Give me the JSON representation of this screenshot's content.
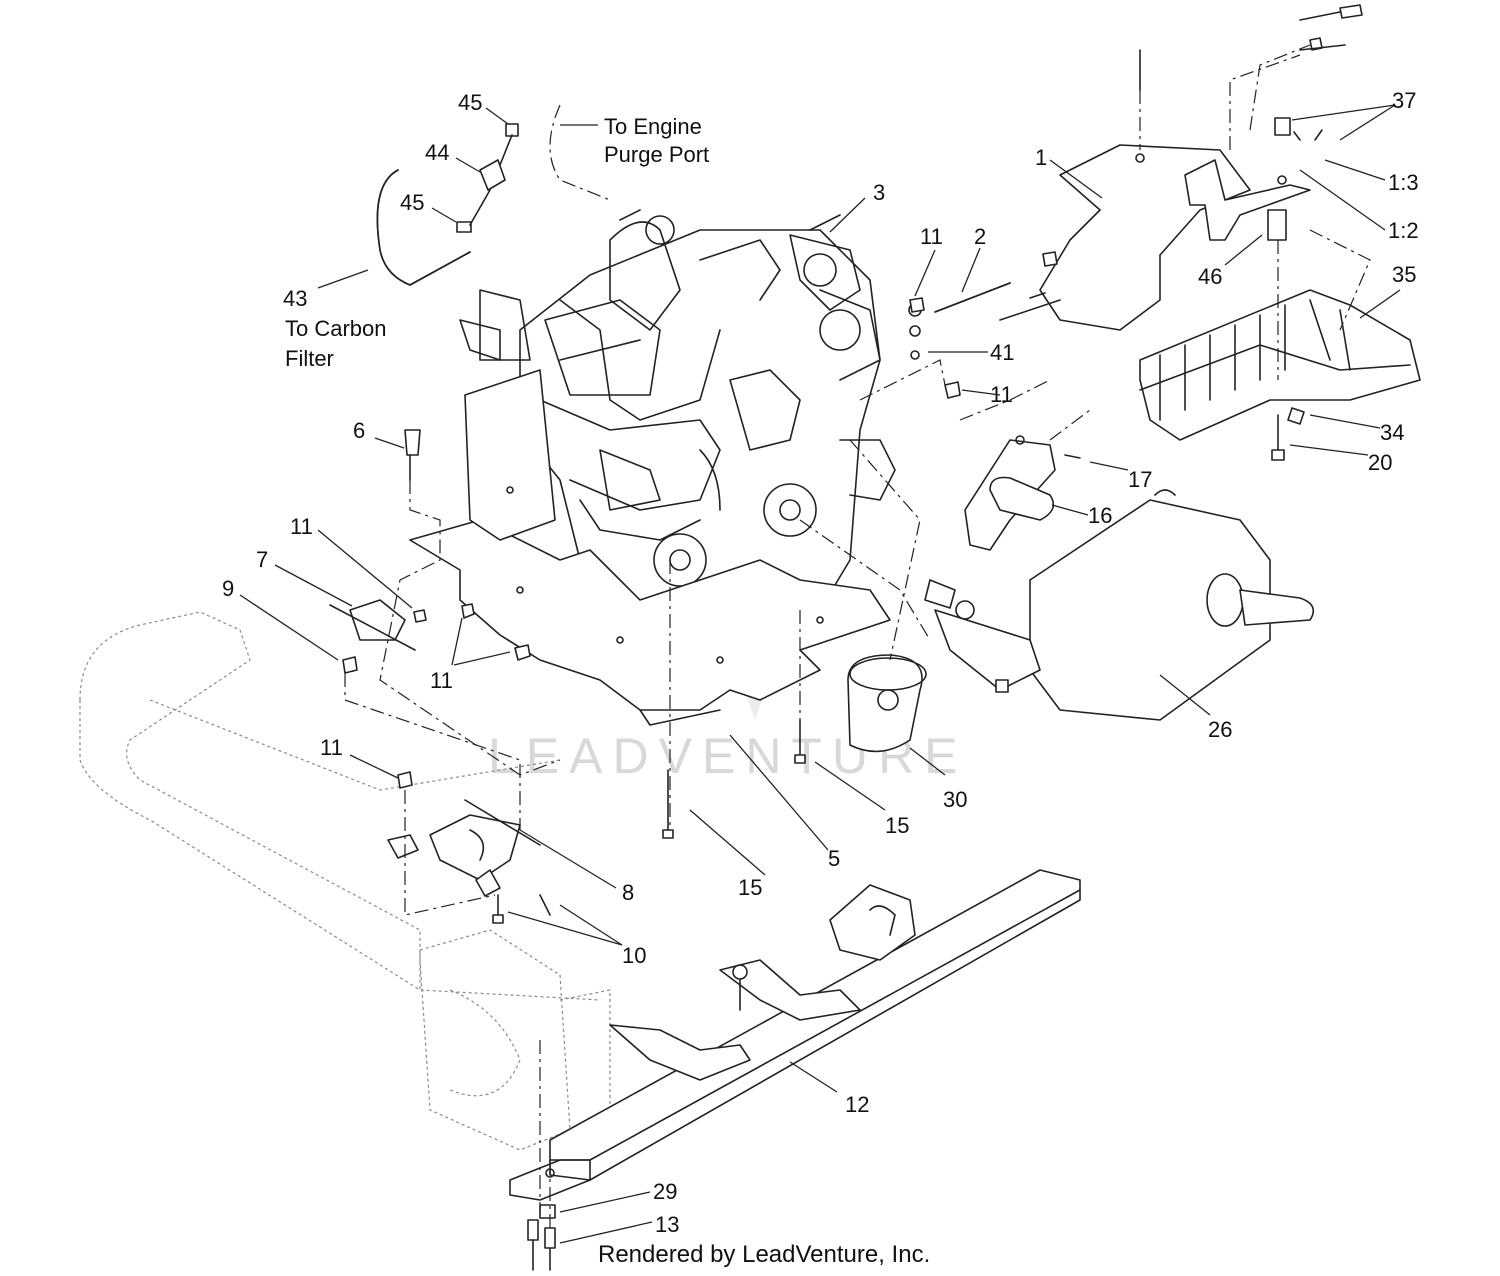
{
  "watermark": "LEADVENTURE",
  "footer": "Rendered by LeadVenture, Inc.",
  "callouts": [
    {
      "text": "45"
    },
    {
      "text": "44"
    },
    {
      "text": "45"
    },
    {
      "text": "43"
    },
    {
      "text": "To Carbon"
    },
    {
      "text": "Filter"
    },
    {
      "text": "To Engine"
    },
    {
      "text": "Purge Port"
    },
    {
      "text": "3"
    },
    {
      "text": "11"
    },
    {
      "text": "2"
    },
    {
      "text": "41"
    },
    {
      "text": "11"
    },
    {
      "text": "6"
    },
    {
      "text": "11"
    },
    {
      "text": "7"
    },
    {
      "text": "9"
    },
    {
      "text": "11"
    },
    {
      "text": "11"
    },
    {
      "text": "8"
    },
    {
      "text": "10"
    },
    {
      "text": "15"
    },
    {
      "text": "5"
    },
    {
      "text": "15"
    },
    {
      "text": "30"
    },
    {
      "text": "17"
    },
    {
      "text": "16"
    },
    {
      "text": "26"
    },
    {
      "text": "1"
    },
    {
      "text": "46"
    },
    {
      "text": "37"
    },
    {
      "text": "1:3"
    },
    {
      "text": "1:2"
    },
    {
      "text": "35"
    },
    {
      "text": "34"
    },
    {
      "text": "20"
    },
    {
      "text": "12"
    },
    {
      "text": "29"
    },
    {
      "text": "13"
    }
  ]
}
